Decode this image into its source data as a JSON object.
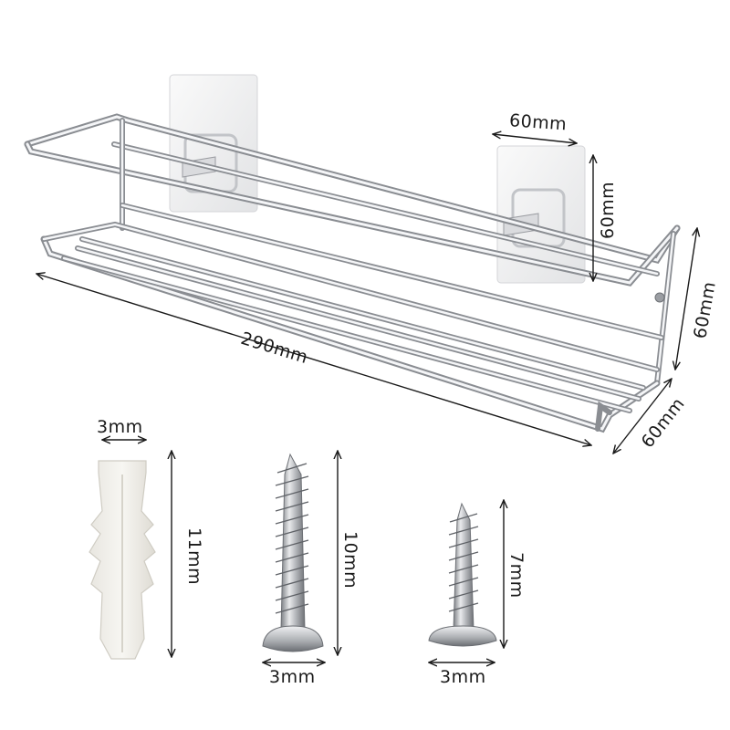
{
  "image": {
    "description_free": true
  },
  "rack": {
    "length_label": "290mm",
    "height_label": "60mm",
    "depth_label": "60mm"
  },
  "hook": {
    "width_label": "60mm",
    "height_label": "60mm"
  },
  "anchor": {
    "width_label": "3mm",
    "length_label": "11mm"
  },
  "screw_large": {
    "length_label": "10mm",
    "head_label": "3mm"
  },
  "screw_small": {
    "length_label": "7mm",
    "head_label": "3mm"
  }
}
